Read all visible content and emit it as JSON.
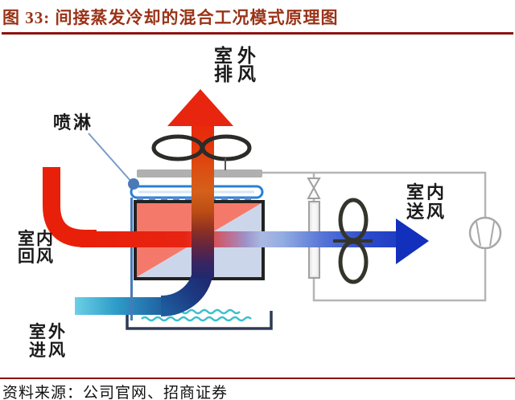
{
  "header": {
    "title": "图 33:  间接蒸发冷却的混合工况模式原理图"
  },
  "diagram": {
    "labels": {
      "outdoor_exhaust": {
        "line1": "室外",
        "line2": "排风"
      },
      "spray": "喷淋",
      "indoor_return": {
        "line1": "室内",
        "line2": "回风"
      },
      "outdoor_intake": {
        "line1": "室外",
        "line2": "进风"
      },
      "indoor_supply": {
        "line1": "室内",
        "line2": "送风"
      }
    },
    "components": [
      "exhaust-fan",
      "supply-fan",
      "compressor",
      "expansion-valve",
      "evaporator-coil",
      "refrigerant-circuit",
      "heat-exchanger-core",
      "spray-header",
      "water-basin",
      "water-return-pipe"
    ]
  },
  "footer": {
    "source": "资料来源：公司官网、招商证券"
  },
  "colors": {
    "title_text": "#9a3318",
    "rule": "#8b1410",
    "hot_air": "#e8250e",
    "warm_orange": "#d4601a",
    "cold_air": "#1531be",
    "intake_teal": "#4fc0dc",
    "water_teal": "#3abfcb",
    "spray_blue": "#2b7fd6",
    "core_hot_fill": "#f5796a",
    "core_cold_fill": "#ccd6ea",
    "hardware_gray": "#b0b0b0"
  }
}
